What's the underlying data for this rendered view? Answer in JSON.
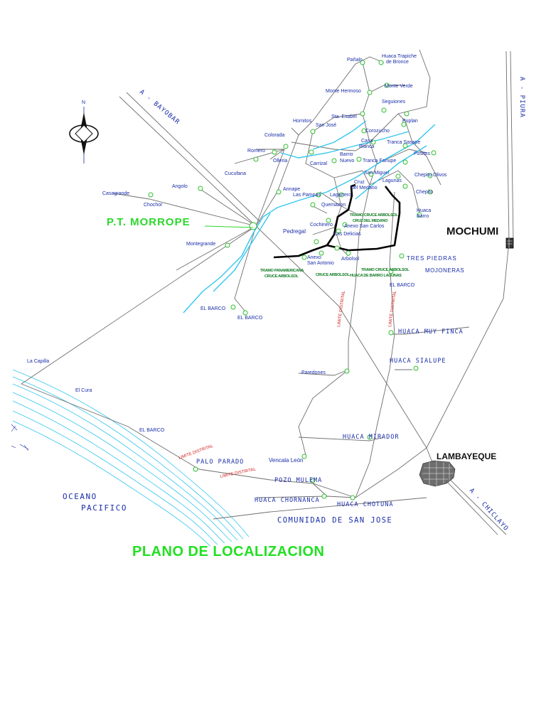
{
  "map": {
    "title": "PLANO DE LOCALIZACION",
    "north_label": "N",
    "towns": {
      "morrope": "P.T. MORROPE",
      "mochumi": "MOCHUMI",
      "lambayeque": "LAMBAYEQUE"
    },
    "highways": {
      "bayobar": "A - BAYOBAR",
      "piura": "A - PIURA",
      "chiclayo": "A - CHICLAYO"
    },
    "water": {
      "ocean_line1": "OCEANO",
      "ocean_line2": "PACIFICO"
    },
    "community": "COMUNIDAD DE SAN JOSE",
    "district_limit": "LIMITE DISTRITAL",
    "places": {
      "pabellon": "Pañalo",
      "huaca_trapiche_1": "Huaca Trapiche",
      "huaca_trapiche_2": "de Bronce",
      "monte_hermoso": "Monte Hermoso",
      "monte_verde": "Monte Verde",
      "seguiones": "Seguiones",
      "hornitos": "Hornitos",
      "sta_isabel": "Sta. Esabel",
      "san_jose": "San José",
      "puplan": "Puplan",
      "colorada": "Colorada",
      "corozucho": "Corozucho",
      "casa_blanca_1": "Casa",
      "casa_blanca_2": "Blanca",
      "tranca_sasape": "Tranca Sasape",
      "positos": "Positos",
      "romero": "Romero",
      "olleria": "Olleria",
      "barrio_nuevo_1": "Barrio",
      "barrio_nuevo_2": "Nuevo",
      "tranca_fanupe": "Tranca Fanupe",
      "carrizal": "Carrizal",
      "cucufana": "Cucufana",
      "chepito_olivos": "Chepito Olivos",
      "san_miguel": "San Miguel",
      "cruz_medano_1": "Cruz",
      "cruz_medano_2": "del Medano",
      "lagunas": "Lagunas",
      "chepito": "Chepito",
      "annape": "Annape",
      "las_pampas": "Las Pampas",
      "lagartero": "Lagartero",
      "angolo": "Angolo",
      "casagrande": "Casagrande",
      "chochor": "Chochor",
      "quemazon": "Quemazon",
      "cochinero": "Cochinero",
      "anexo_san_carlos": "Anexo San Carlos",
      "huaca_barro_1": "Huaca",
      "huaca_barro_2": "Barro",
      "las_delicias": "Las Delicias",
      "pedregal": "Pedregal",
      "montegrande": "Montegrande",
      "anexo_san_antonio_1": "Anexo",
      "anexo_san_antonio_2": "San Antonio",
      "arbolsol": "Arbolsol",
      "tres_piedras": "TRES PIEDRAS",
      "mojoneras": "MOJONERAS",
      "el_barco_ne": "EL BARCO",
      "el_barco_w1": "EL BARCO",
      "el_barco_w2": "EL BARCO",
      "huaca_muy_finca": "HUACA MUY FINCA",
      "huaca_sialupe": "HUACA SIALUPE",
      "la_capilla": "La Capilla",
      "el_cura": "El Cura",
      "paredones": "Paredones",
      "el_barco_sw": "EL BARCO",
      "palo_parado": "PALO PARADO",
      "vencala_leon": "Vencala León",
      "huaca_mirador": "HUACA MIRADOR",
      "pozo_mulema": "POZO MULEMA",
      "huaca_chornanca": "HUACA CHORNANCA",
      "huaca_chotuna": "HUACA CHOTUNA"
    },
    "tramos": {
      "t1_line1": "TRAMO CRUCE ARBOLSOL",
      "t1_line2": "CRUZ DEL MEDANO",
      "t2_line1": "TRAMO PANAMERICANA",
      "t2_line2": "CRUCE ARBOLSOL",
      "t3": "CRUCE ARBOLSOL",
      "t4_line1": "TRAMO CRUCE ARBOLSOL",
      "t4_line2": "HUACA DE BARRO LAGUNAS"
    },
    "colors": {
      "road": "#6e6e6e",
      "river": "#33c6f0",
      "ocean_lines": "#33c6f0",
      "labels": "#1a2ea8",
      "nodes": "#2fbf2f",
      "highlight_title": "#22e022",
      "tramo_route": "#000000",
      "district_limit": "#d11c1c"
    }
  }
}
